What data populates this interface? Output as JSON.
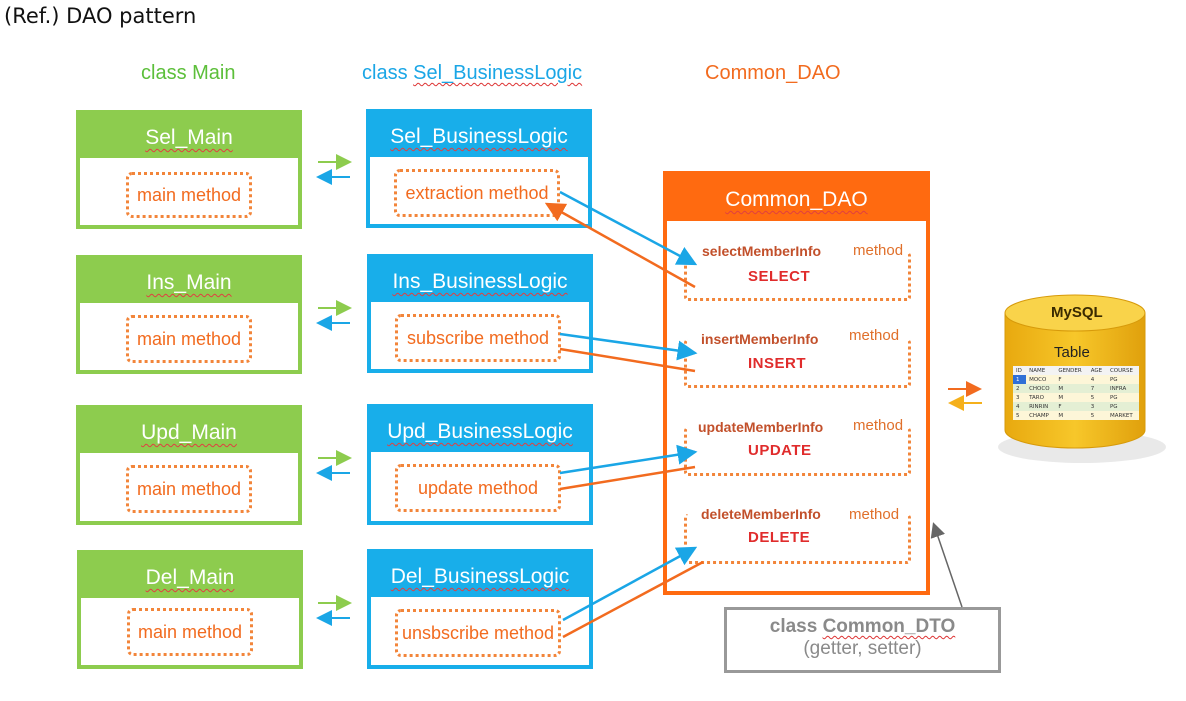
{
  "page_title": "(Ref.) DAO pattern",
  "columns": {
    "main": "class Main",
    "bl_prefix": "class ",
    "bl_name": "Sel_BusinessLogic",
    "dao": "Common_DAO"
  },
  "mains": [
    {
      "name": "Sel_Main",
      "method": "main method"
    },
    {
      "name": "Ins_Main",
      "method": "main method"
    },
    {
      "name": "Upd_Main",
      "method": "main method"
    },
    {
      "name": "Del_Main",
      "method": "main method"
    }
  ],
  "business_logics": [
    {
      "name": "Sel_BusinessLogic",
      "method": "extraction method"
    },
    {
      "name": "Ins_BusinessLogic",
      "method": "subscribe method"
    },
    {
      "name": "Upd_BusinessLogic",
      "method": "update method"
    },
    {
      "name": "Del_BusinessLogic",
      "method": "unsbscribe method"
    }
  ],
  "dao": {
    "title": "Common_DAO",
    "methods": [
      {
        "name": "selectMemberInfo",
        "kind": "method",
        "sql": "SELECT"
      },
      {
        "name": "insertMemberInfo",
        "kind": "method",
        "sql": "INSERT"
      },
      {
        "name": "updateMemberInfo",
        "kind": "method",
        "sql": "UPDATE"
      },
      {
        "name": "deleteMemberInfo",
        "kind": "method",
        "sql": "DELETE"
      }
    ]
  },
  "dto": {
    "prefix": "class ",
    "name": "Common_DTO",
    "line2": "(getter, setter)"
  },
  "database": {
    "name": "MySQL",
    "table_label": "Table",
    "table": {
      "headers": [
        "ID",
        "NAME",
        "GENDER",
        "AGE",
        "COURSE"
      ],
      "rows": [
        [
          "1",
          "MOCO",
          "F",
          "4",
          "PG"
        ],
        [
          "2",
          "CHOCO",
          "M",
          "7",
          "INFRA"
        ],
        [
          "3",
          "TARO",
          "M",
          "5",
          "PG"
        ],
        [
          "4",
          "RINRIN",
          "F",
          "3",
          "PG"
        ],
        [
          "5",
          "CHAMP",
          "M",
          "5",
          "MARKET"
        ]
      ]
    }
  },
  "colors": {
    "green": "#8dcc4e",
    "blue": "#18aeea",
    "orange": "#ff6a10",
    "gray": "#999999",
    "db_gold": "#f5c21b"
  }
}
